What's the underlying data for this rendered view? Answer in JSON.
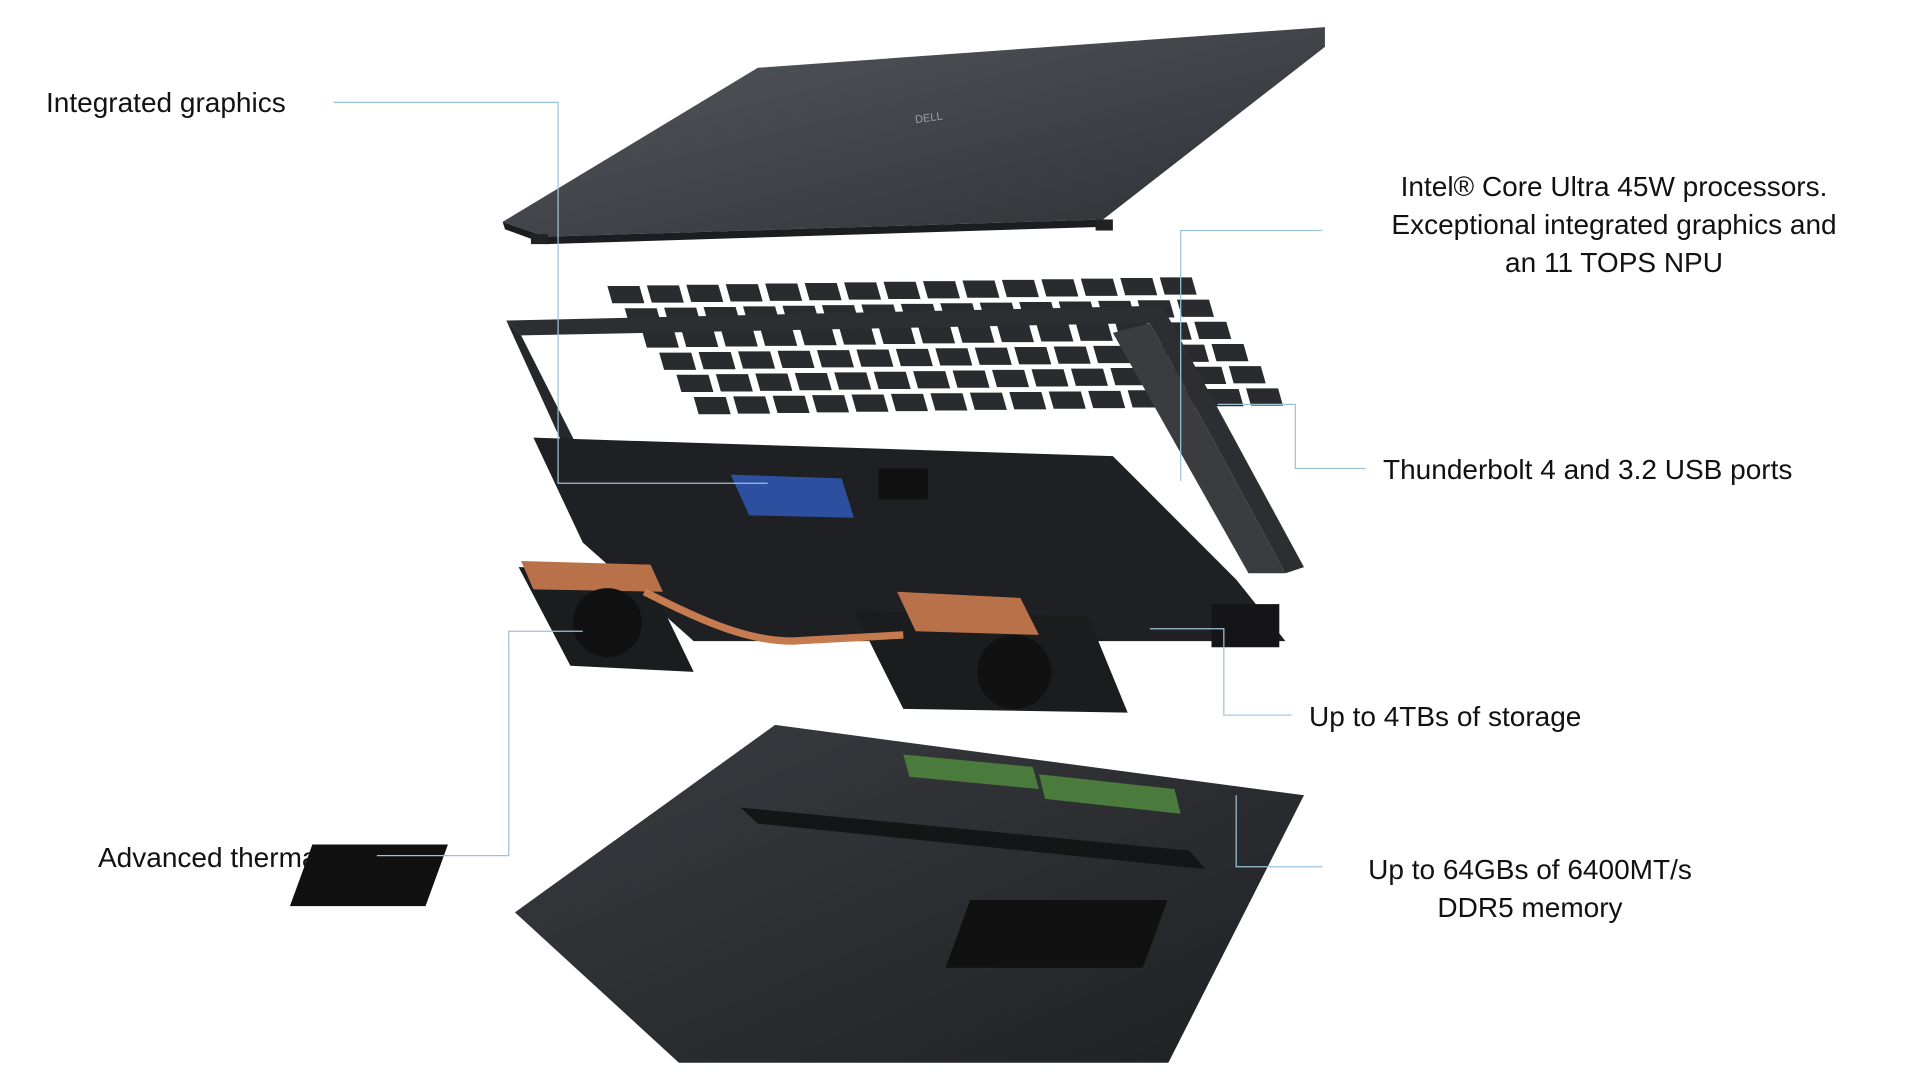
{
  "callouts": {
    "integrated_graphics": "Integrated graphics",
    "processor": [
      "Intel® Core Ultra 45W processors.",
      "Exceptional integrated graphics and",
      "an 11 TOPS NPU"
    ],
    "ports": "Thunderbolt 4 and 3.2 USB ports",
    "storage": "Up to 4TBs of storage",
    "thermals": "Advanced thermals",
    "memory": [
      "Up to 64GBs of 6400MT/s",
      "DDR5 memory"
    ]
  },
  "logo": "DELL",
  "colors": {
    "leader_line": "#9cc3d8",
    "chassis": "#2b2d31",
    "copper": "#b9714a",
    "ram": "#4a7a3c"
  }
}
